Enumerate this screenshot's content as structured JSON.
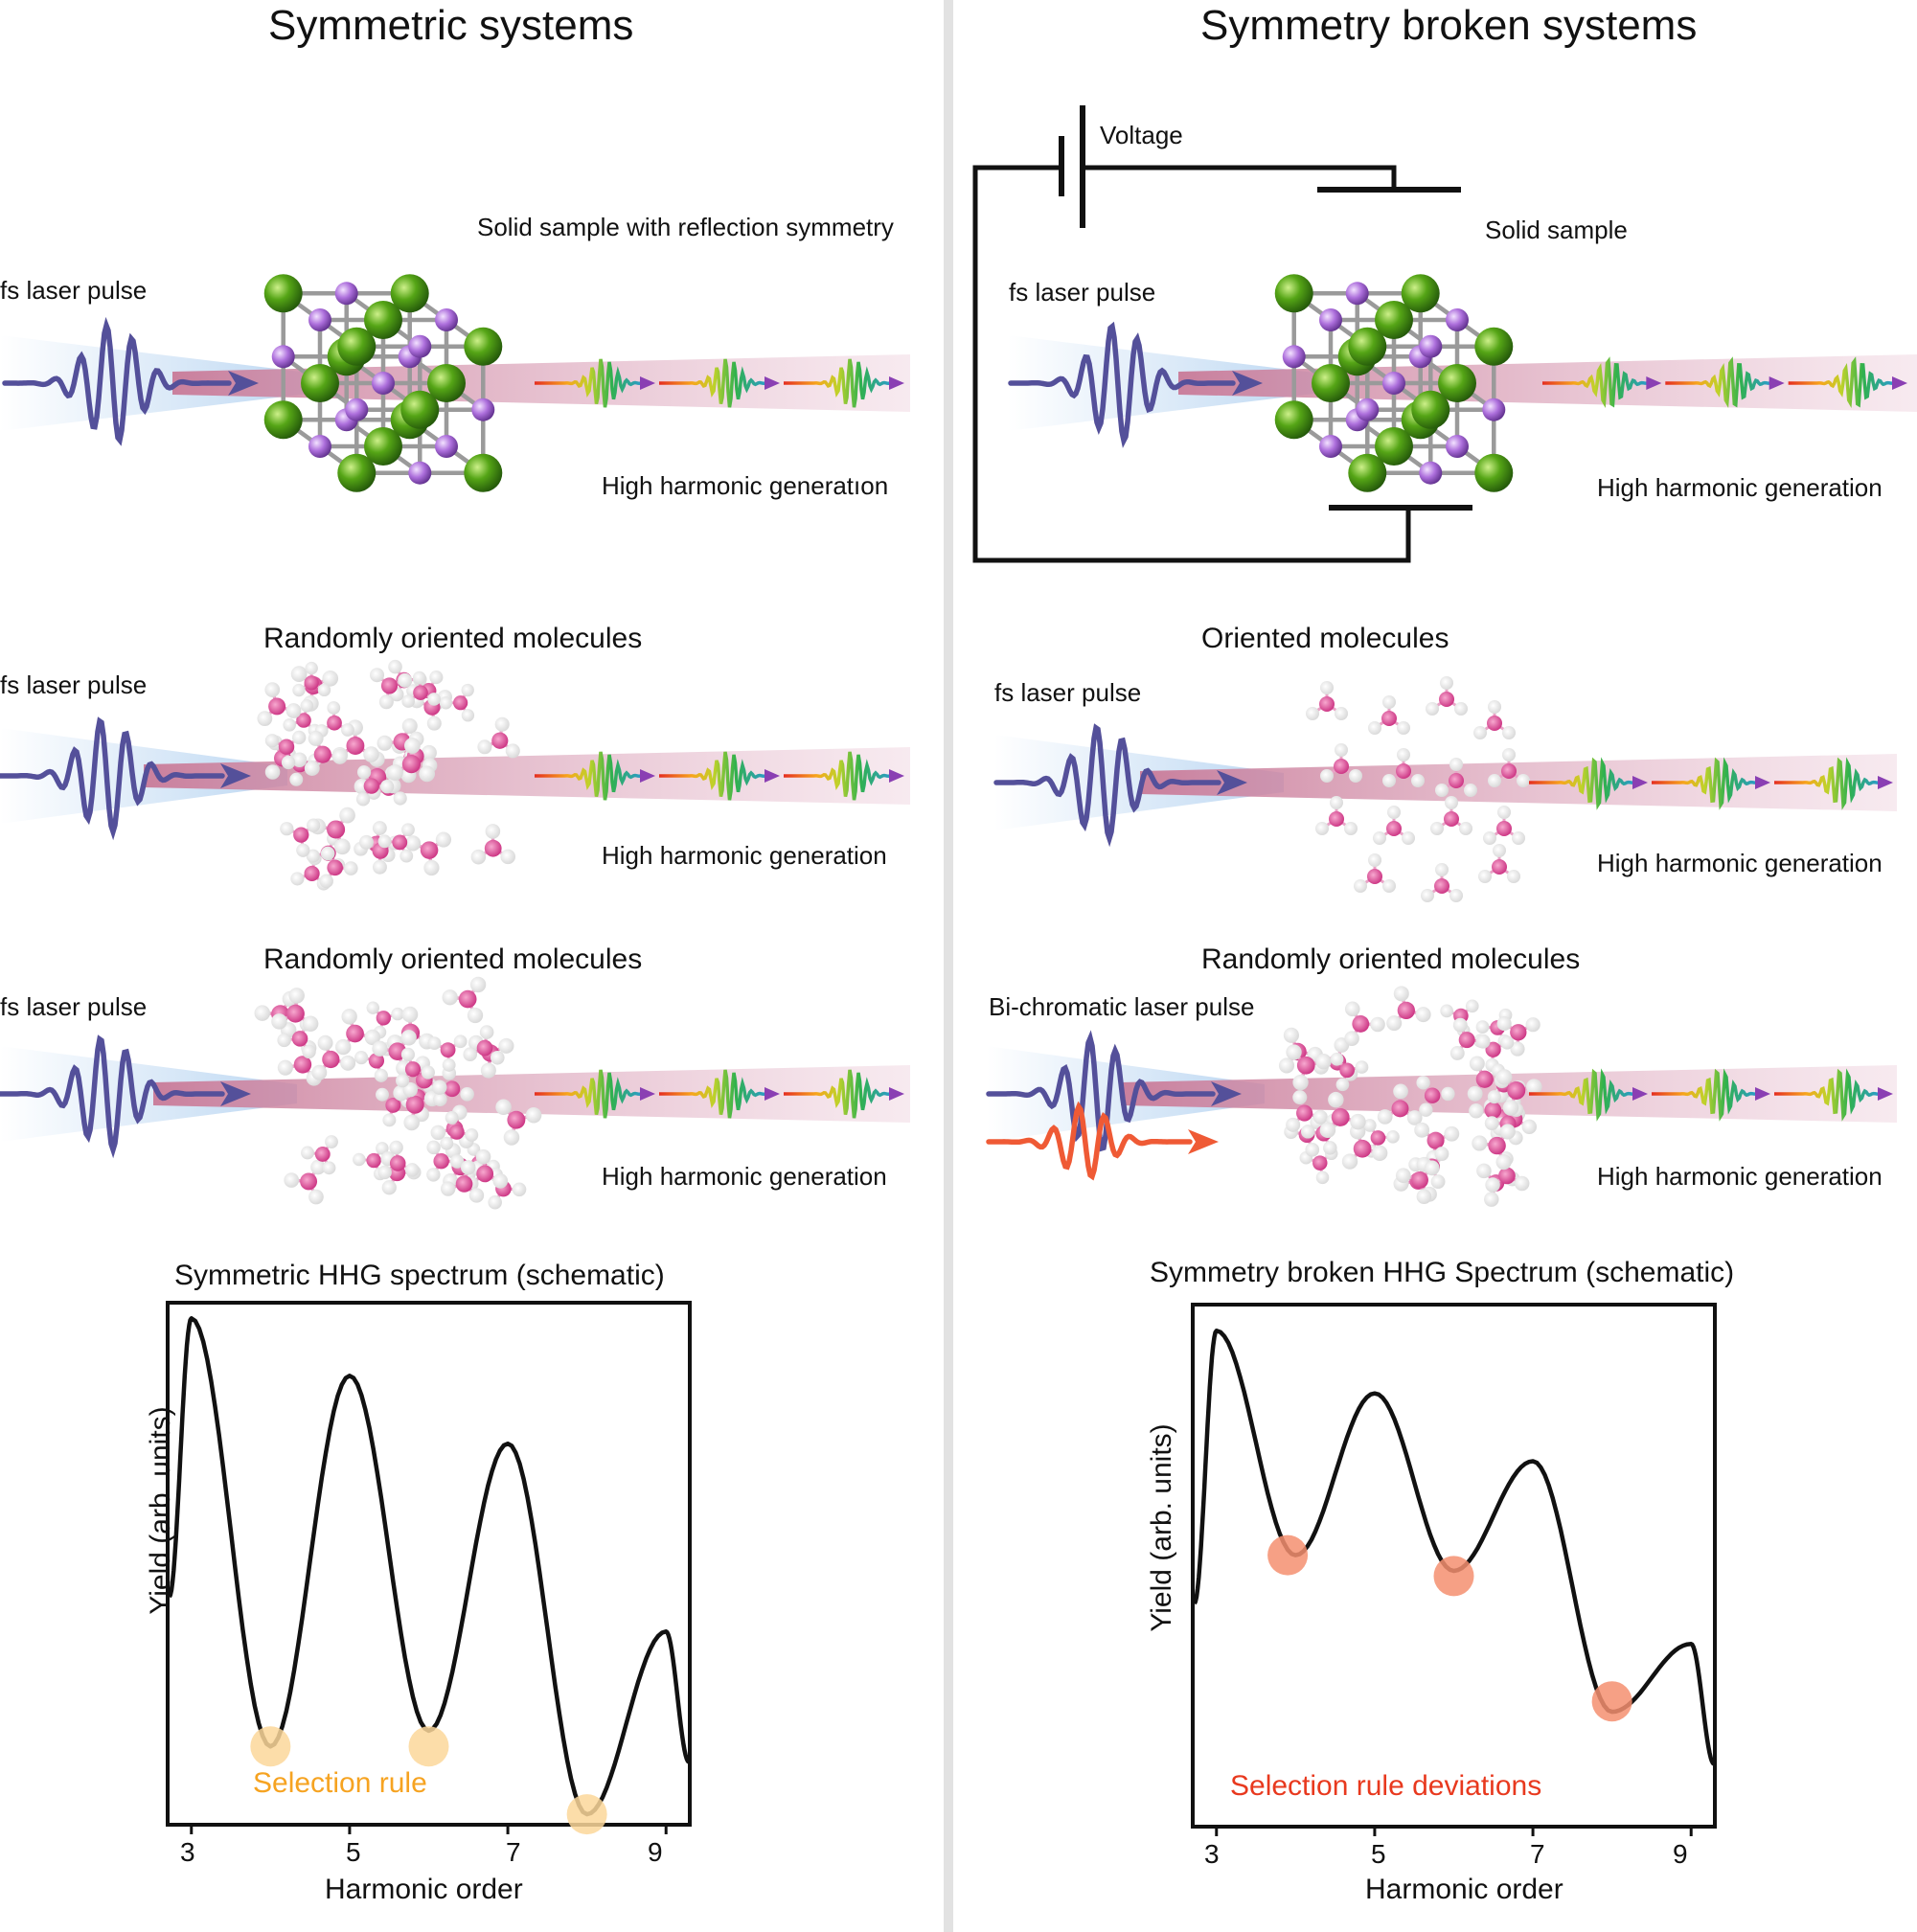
{
  "left": {
    "title": "Symmetric systems",
    "row1": {
      "caption": "Solid sample with reflection symmetry",
      "pulse": "fs laser pulse",
      "output": "High harmonic generatıon"
    },
    "row2": {
      "caption": "Randomly oriented molecules",
      "pulse": "fs laser pulse",
      "output": "High harmonic generation"
    },
    "row3": {
      "caption": "Randomly oriented molecules",
      "pulse": "fs laser pulse",
      "output": "High harmonic generation"
    },
    "plot": {
      "title": "Symmetric HHG spectrum (schematic)",
      "ylabel": "Yield (arb. units)",
      "xlabel": "Harmonic order",
      "note": "Selection rule",
      "ticks": [
        "3",
        "5",
        "7",
        "9"
      ]
    }
  },
  "right": {
    "title": "Symmetry broken systems",
    "row1": {
      "voltage": "Voltage",
      "caption": "Solid sample",
      "pulse": "fs laser pulse",
      "output": "High harmonic generation"
    },
    "row2": {
      "caption": "Oriented molecules",
      "pulse": "fs laser pulse",
      "output": "High harmonic generation"
    },
    "row3": {
      "caption": "Randomly oriented molecules",
      "pulse": "Bi-chromatic laser pulse",
      "output": "High harmonic generation"
    },
    "plot": {
      "title": "Symmetry broken HHG Spectrum (schematic)",
      "ylabel": "Yield (arb. units)",
      "xlabel": "Harmonic order",
      "note": "Selection rule deviations",
      "ticks": [
        "3",
        "5",
        "7",
        "9"
      ]
    }
  },
  "chart_data": [
    {
      "type": "line",
      "title": "Symmetric HHG spectrum (schematic)",
      "xlabel": "Harmonic order",
      "ylabel": "Yield (arb. units)",
      "xticks": [
        3,
        5,
        7,
        9
      ],
      "xlim": [
        2.7,
        9.3
      ],
      "ylim": [
        0,
        1
      ],
      "grid": false,
      "series": [
        {
          "peaks": [
            {
              "x": 3,
              "y": 0.97
            },
            {
              "x": 4,
              "y": 0.15
            },
            {
              "x": 5,
              "y": 0.86
            },
            {
              "x": 6,
              "y": 0.18
            },
            {
              "x": 7,
              "y": 0.73
            },
            {
              "x": 8,
              "y": 0.02
            },
            {
              "x": 9,
              "y": 0.37
            }
          ]
        }
      ],
      "markers": [
        {
          "x": 4,
          "y": 0.15
        },
        {
          "x": 6,
          "y": 0.15
        },
        {
          "x": 8,
          "y": 0.02
        }
      ],
      "marker_color": "#fcd79a",
      "annotation": "Selection rule"
    },
    {
      "type": "line",
      "title": "Symmetry broken HHG Spectrum (schematic)",
      "xlabel": "Harmonic order",
      "ylabel": "Yield (arb. units)",
      "xticks": [
        3,
        5,
        7,
        9
      ],
      "xlim": [
        2.7,
        9.3
      ],
      "ylim": [
        0,
        1
      ],
      "grid": false,
      "series": [
        {
          "peaks": [
            {
              "x": 3,
              "y": 0.95
            },
            {
              "x": 4,
              "y": 0.52
            },
            {
              "x": 5,
              "y": 0.83
            },
            {
              "x": 6,
              "y": 0.49
            },
            {
              "x": 7,
              "y": 0.7
            },
            {
              "x": 8,
              "y": 0.22
            },
            {
              "x": 9,
              "y": 0.35
            }
          ]
        }
      ],
      "markers": [
        {
          "x": 3.9,
          "y": 0.52
        },
        {
          "x": 6,
          "y": 0.48
        },
        {
          "x": 8,
          "y": 0.24
        }
      ],
      "marker_color": "#f58f70",
      "annotation": "Selection rule deviations"
    }
  ],
  "colors": {
    "pump": "#54509a",
    "pump2": "#ef5a35",
    "beam_in": "#bcd7f2",
    "beam_out": "#c97a98",
    "atom_large": "#4f9a14",
    "atom_small": "#a86ad9",
    "bond": "#9a9a9a",
    "molecule": "#d63b8a",
    "selection_rule": "#f6a321",
    "deviation": "#e8391e"
  }
}
